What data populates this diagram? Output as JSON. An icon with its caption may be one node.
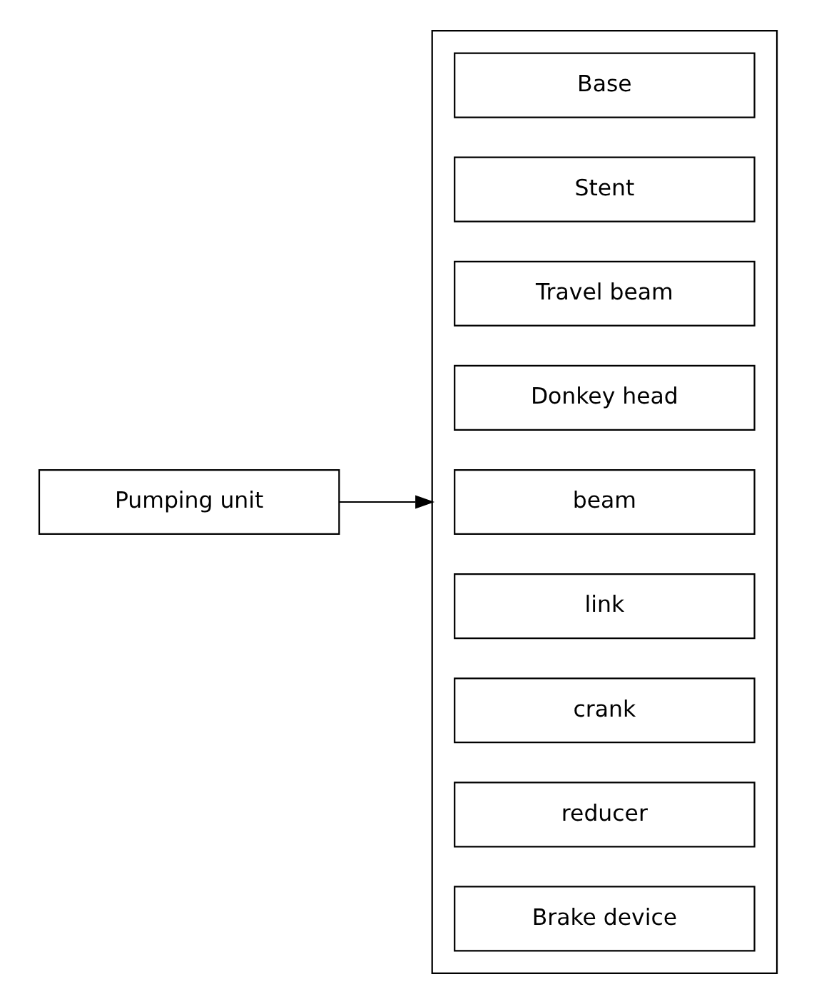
{
  "diagram": {
    "nodes": [
      {
        "text": [
          "Pumping unit"
        ]
      },
      {
        "text": [],
        "shape": "box"
      },
      {
        "text": [
          "Base"
        ],
        "in": 1
      },
      {
        "text": [
          "Stent"
        ],
        "in": 1
      },
      {
        "text": [
          "Travel beam"
        ],
        "in": 1
      },
      {
        "text": [
          "Donkey head"
        ],
        "in": 1
      },
      {
        "text": [
          "beam"
        ],
        "in": 1
      },
      {
        "text": [
          "link"
        ],
        "in": 1
      },
      {
        "text": [
          "crank"
        ],
        "in": 1
      },
      {
        "text": [
          "reducer"
        ],
        "in": 1
      },
      {
        "text": [
          "Brake device"
        ],
        "in": 1
      }
    ],
    "edges": [
      {
        "from": 0,
        "to": 1,
        "arrow": "to"
      }
    ]
  }
}
